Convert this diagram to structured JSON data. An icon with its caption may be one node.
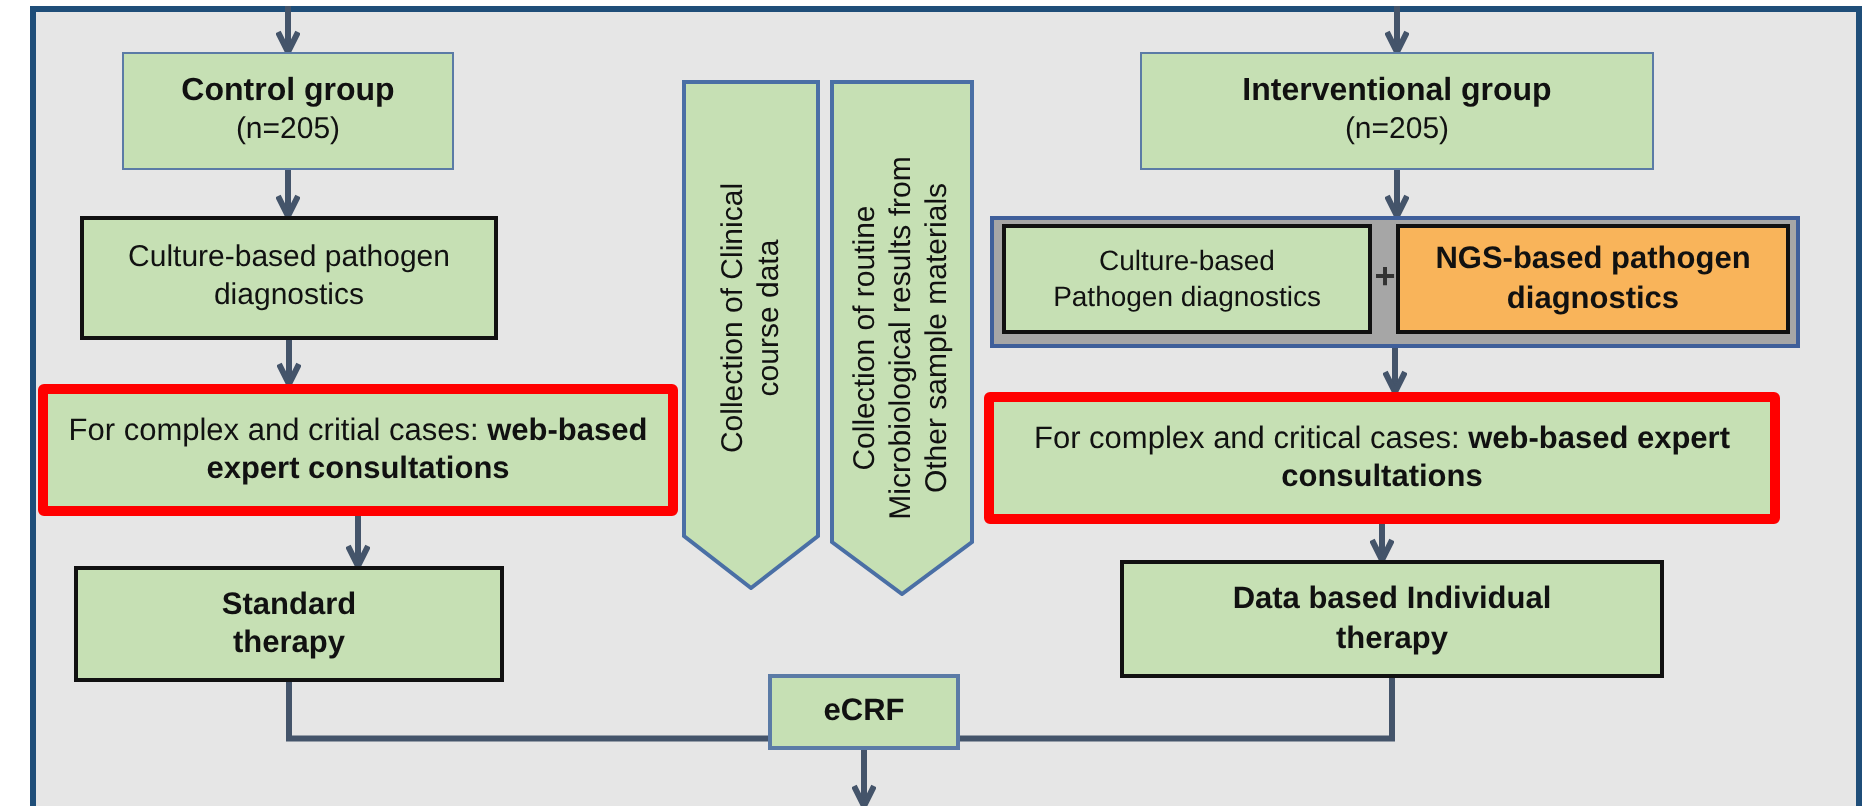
{
  "diagram": {
    "nodes": [
      {
        "text": [
          "Control group",
          "(n=205)"
        ]
      },
      {
        "text": [
          "Culture-based pathogen diagnostics"
        ]
      },
      {
        "text": [
          "For complex and critial cases: **web-based expert consultations**"
        ]
      },
      {
        "text": [
          "Standard therapy"
        ]
      },
      {
        "text": [
          "Collection of Clinical course data"
        ]
      },
      {
        "text": [
          "Collection of routine Microbiological results from Other sample materials"
        ]
      },
      {
        "text": [
          "Interventional group",
          "(n=205)"
        ]
      },
      {
        "text": [],
        "shape": "box"
      },
      {
        "text": [
          "Culture-based Pathogen diagnostics"
        ],
        "in": 7
      },
      {
        "text": [
          "NGS-based pathogen diagnostics"
        ],
        "in": 7
      },
      {
        "text": [
          "For complex and critical cases: **web-based expert consultations**"
        ]
      },
      {
        "text": [
          "Data based Individual therapy"
        ]
      },
      {
        "text": [
          "eCRF"
        ]
      }
    ],
    "edges": [
      {
        "from": null,
        "to": 0,
        "arrow": "to"
      },
      {
        "from": 0,
        "to": 1,
        "arrow": "to"
      },
      {
        "from": 1,
        "to": 2,
        "arrow": "to"
      },
      {
        "from": 2,
        "to": 3,
        "arrow": "to"
      },
      {
        "from": 3,
        "to": 12,
        "arrow": "none"
      },
      {
        "from": null,
        "to": 6,
        "arrow": "to"
      },
      {
        "from": 6,
        "to": 7,
        "arrow": "to"
      },
      {
        "from": 7,
        "to": 10,
        "arrow": "to"
      },
      {
        "from": 10,
        "to": 11,
        "arrow": "to"
      },
      {
        "from": 11,
        "to": 12,
        "arrow": "none"
      },
      {
        "from": 12,
        "to": null,
        "arrow": "to"
      }
    ],
    "labels": [
      "+"
    ]
  }
}
